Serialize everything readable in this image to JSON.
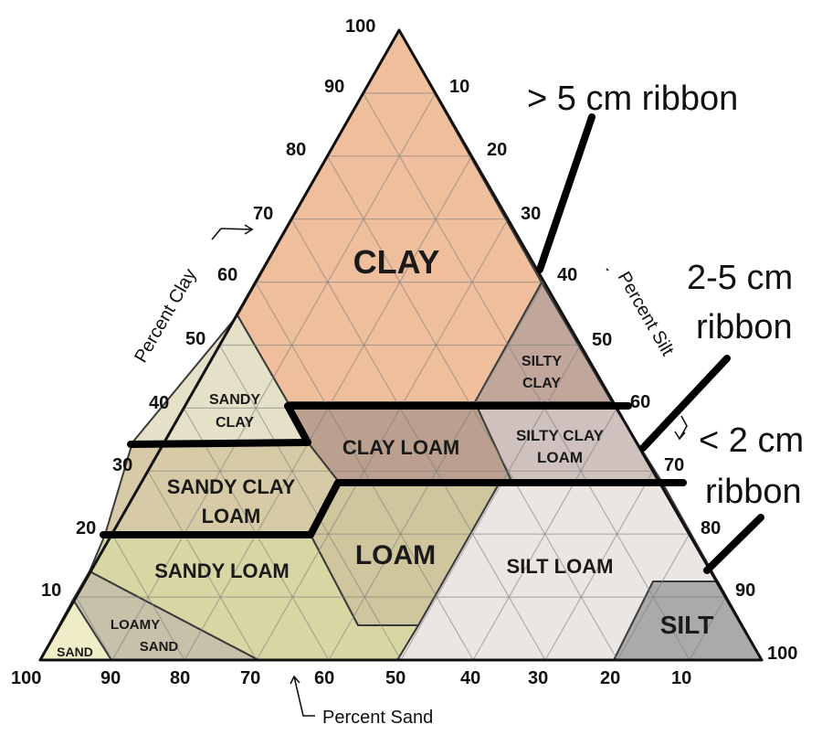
{
  "colors": {
    "clay": "#efbe9c",
    "silty_clay": "#c1a79b",
    "sandy_clay": "#e5e1c8",
    "clay_loam": "#bba08f",
    "silty_clay_loam": "#cfc1bd",
    "sandy_clay_loam": "#d7cba7",
    "loam": "#cfc69e",
    "sandy_loam": "#d8d7a4",
    "silt_loam": "#ece6e2",
    "loamy_sand": "#c6c1a8",
    "sand": "#efecc8",
    "silt": "#aaaaaa",
    "lower_band": "#d3d19e"
  },
  "labels": {
    "clay": "CLAY",
    "silty_clay_1": "SILTY",
    "silty_clay_2": "CLAY",
    "sandy_clay_1": "SANDY",
    "sandy_clay_2": "CLAY",
    "clay_loam": "CLAY LOAM",
    "silty_clay_loam_1": "SILTY CLAY",
    "silty_clay_loam_2": "LOAM",
    "sandy_clay_loam_1": "SANDY CLAY",
    "sandy_clay_loam_2": "LOAM",
    "loam": "LOAM",
    "sandy_loam": "SANDY LOAM",
    "silt_loam": "SILT LOAM",
    "loamy_sand_1": "LOAMY",
    "loamy_sand_2": "SAND",
    "sand": "SAND",
    "silt": "SILT"
  },
  "axes": {
    "clay_title": "Percent Clay",
    "silt_title": "Percent Silt",
    "sand_title": "Percent Sand",
    "clay_ticks": [
      "100",
      "90",
      "80",
      "70",
      "60",
      "50",
      "40",
      "30",
      "20",
      "10"
    ],
    "silt_ticks": [
      "10",
      "20",
      "30",
      "40",
      "50",
      "60",
      "70",
      "80",
      "90",
      "100"
    ],
    "sand_ticks": [
      "100",
      "90",
      "80",
      "70",
      "60",
      "50",
      "40",
      "30",
      "20",
      "10"
    ]
  },
  "annotations": {
    "ribbon_long": "> 5 cm ribbon",
    "ribbon_mid_1": "2-5 cm",
    "ribbon_mid_2": "ribbon",
    "ribbon_short_1": "< 2 cm",
    "ribbon_short_2": "ribbon"
  }
}
